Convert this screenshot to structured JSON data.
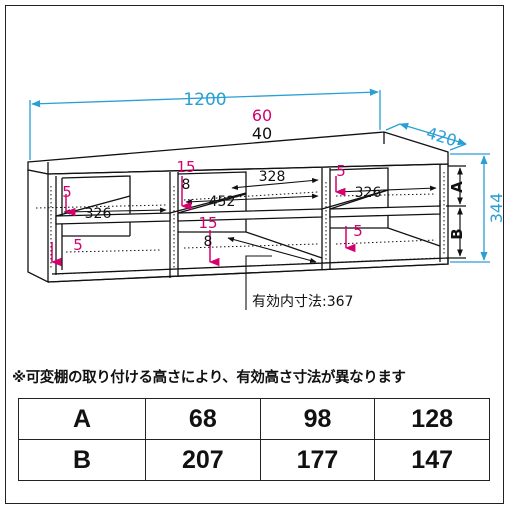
{
  "dims": {
    "width": "1200",
    "depth": "420",
    "height": "344",
    "top_pink": "60",
    "top_black": "40",
    "inner_top_center": "328",
    "inner_wide": "452",
    "inner_left": "326",
    "inner_right": "326",
    "effective_inner": "有効内寸法:367",
    "pink_upper_center": "15",
    "black_upper_center": "8",
    "pink_lower_center": "15",
    "black_lower_center": "8",
    "pink_upper_left": "5",
    "pink_upper_right": "5",
    "pink_lower_left": "5",
    "pink_lower_right": "5",
    "label_a": "A",
    "label_b": "B"
  },
  "note": "※可変棚の取り付ける高さにより、有効高さ寸法が異なります",
  "table": {
    "rows": [
      {
        "label": "A",
        "values": [
          "68",
          "98",
          "128"
        ]
      },
      {
        "label": "B",
        "values": [
          "207",
          "177",
          "147"
        ]
      }
    ]
  },
  "colors": {
    "magenta": "#d6006f",
    "cyan": "#2a9fd6",
    "ink": "#111111"
  }
}
